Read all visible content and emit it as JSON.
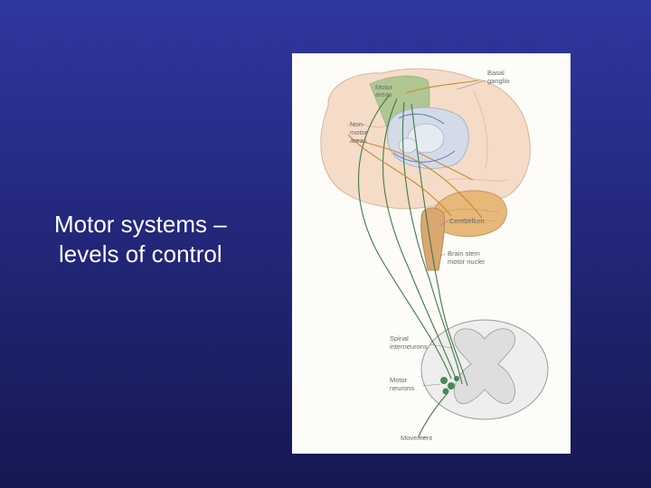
{
  "slide": {
    "title_line1": "Motor systems –",
    "title_line2": "levels of control"
  },
  "diagram": {
    "labels": {
      "basal_ganglia_1": "Basal",
      "basal_ganglia_2": "ganglia",
      "motor_areas_1": "Motor",
      "motor_areas_2": "areas",
      "nonmotor_1": "Non-",
      "nonmotor_2": "motor",
      "nonmotor_3": "areas",
      "cerebellum": "Cerebellum",
      "brainstem_1": "Brain stem",
      "brainstem_2": "motor nuclei",
      "spinal_1": "Spinal",
      "spinal_2": "interneurons",
      "motor_neurons_1": "Motor",
      "motor_neurons_2": "neurons",
      "movement": "Movement"
    },
    "colors": {
      "brain_tissue": "#f5dcc8",
      "motor_cortex": "#a9c48e",
      "basal_ganglia": "#d4dbe8",
      "cerebellum": "#e6b87a",
      "brainstem": "#d9a770",
      "pathway_green": "#3f7a46",
      "pathway_orange": "#c98a2e",
      "pathway_blue": "#5f82b8"
    }
  }
}
